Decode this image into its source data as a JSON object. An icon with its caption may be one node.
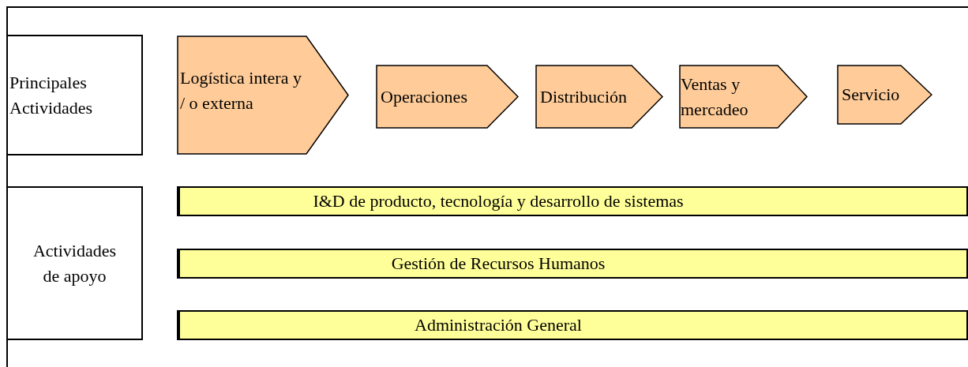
{
  "diagram": {
    "nodes": [
      {
        "text": [
          "Principales Actividades"
        ]
      },
      {
        "text": [
          "Logística intera y / o externa"
        ]
      },
      {
        "text": [
          "Operaciones"
        ]
      },
      {
        "text": [
          "Distribución"
        ]
      },
      {
        "text": [
          "Ventas y mercadeo"
        ]
      },
      {
        "text": [
          "Servicio"
        ]
      },
      {
        "text": [
          "Actividades de apoyo"
        ]
      },
      {
        "text": [
          "I&D de producto, tecnología y desarrollo de sistemas"
        ]
      },
      {
        "text": [
          "Gestión de Recursos Humanos"
        ]
      },
      {
        "text": [
          "Administración General"
        ]
      }
    ],
    "edges": []
  }
}
